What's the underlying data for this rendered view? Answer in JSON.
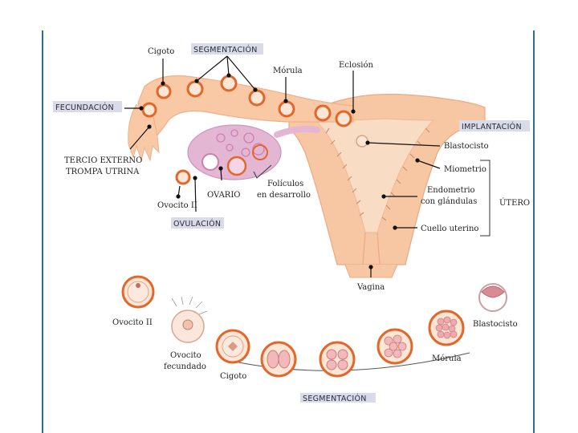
{
  "colors": {
    "tube": "#f8c9a4",
    "uterus": "#f7c7a3",
    "orange": "#e2672c",
    "ovary": "#e3b7d4",
    "frame": "#2f6f93",
    "highlight": "#d9dbe8"
  },
  "labels": {
    "cigoto_top": "Cigoto",
    "segmentacion_top": "SEGMENTACIÓN",
    "morula_top": "Mórula",
    "eclosion": "Eclosión",
    "fecundacion": "FECUNDACIÓN",
    "implantacion": "IMPLANTACIÓN",
    "tercio_line1": "TERCIO EXTERNO",
    "tercio_line2": "TROMPA UTRINA",
    "blastocisto_side": "Blastocisto",
    "miometrio": "Miometrio",
    "endometrio_line1": "Endometrio",
    "endometrio_line2": "con glándulas",
    "utero": "ÚTERO",
    "cuello": "Cuello uterino",
    "foliculos_line1": "Folículos",
    "foliculos_line2": "en desarrollo",
    "ovario": "OVARIO",
    "ovocito_top": "Ovocito II",
    "ovulacion": "OVULACIÓN",
    "vagina": "Vagina",
    "ovocito_bottom": "Ovocito II",
    "fecundado_line1": "Ovocito",
    "fecundado_line2": "fecundado",
    "cigoto_bottom": "Cigoto",
    "morula_bottom": "Mórula",
    "blastocisto_bottom": "Blastocisto",
    "segmentacion_bottom": "SEGMENTACIÓN"
  }
}
